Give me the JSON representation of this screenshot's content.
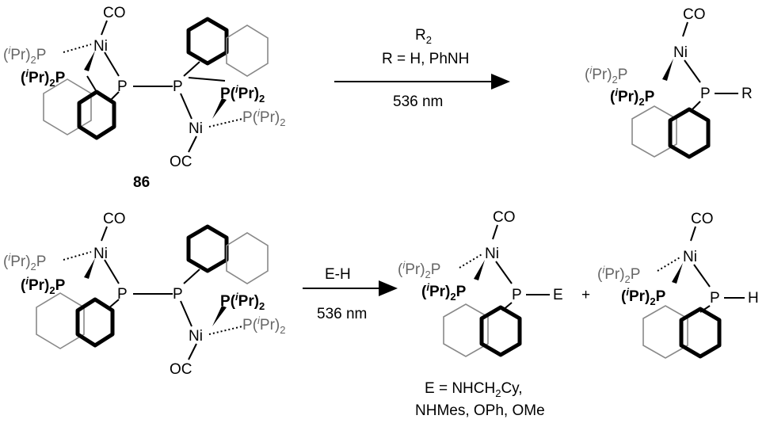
{
  "scheme": {
    "top_reaction": {
      "compound_label": "86",
      "reagent_line1": "R",
      "reagent_line1_sub": "2",
      "reagent_line2": "R = H, PhNH",
      "condition": "536 nm",
      "product_substituent": "R"
    },
    "bottom_reaction": {
      "reagent": "E-H",
      "condition": "536 nm",
      "product1_substituent": "E",
      "plus": "+",
      "product2_substituent": "H",
      "note_line1_pre": "E = NHCH",
      "note_line1_sub": "2",
      "note_line1_post": "Cy,",
      "note_line2": "NHMes, OPh, OMe"
    },
    "atom_labels": {
      "co": "CO",
      "oc": "OC",
      "ni": "Ni",
      "p": "P",
      "ipr_open": "(",
      "ipr_i": "i",
      "ipr_pr": "Pr)",
      "ipr_sub": "2"
    }
  }
}
